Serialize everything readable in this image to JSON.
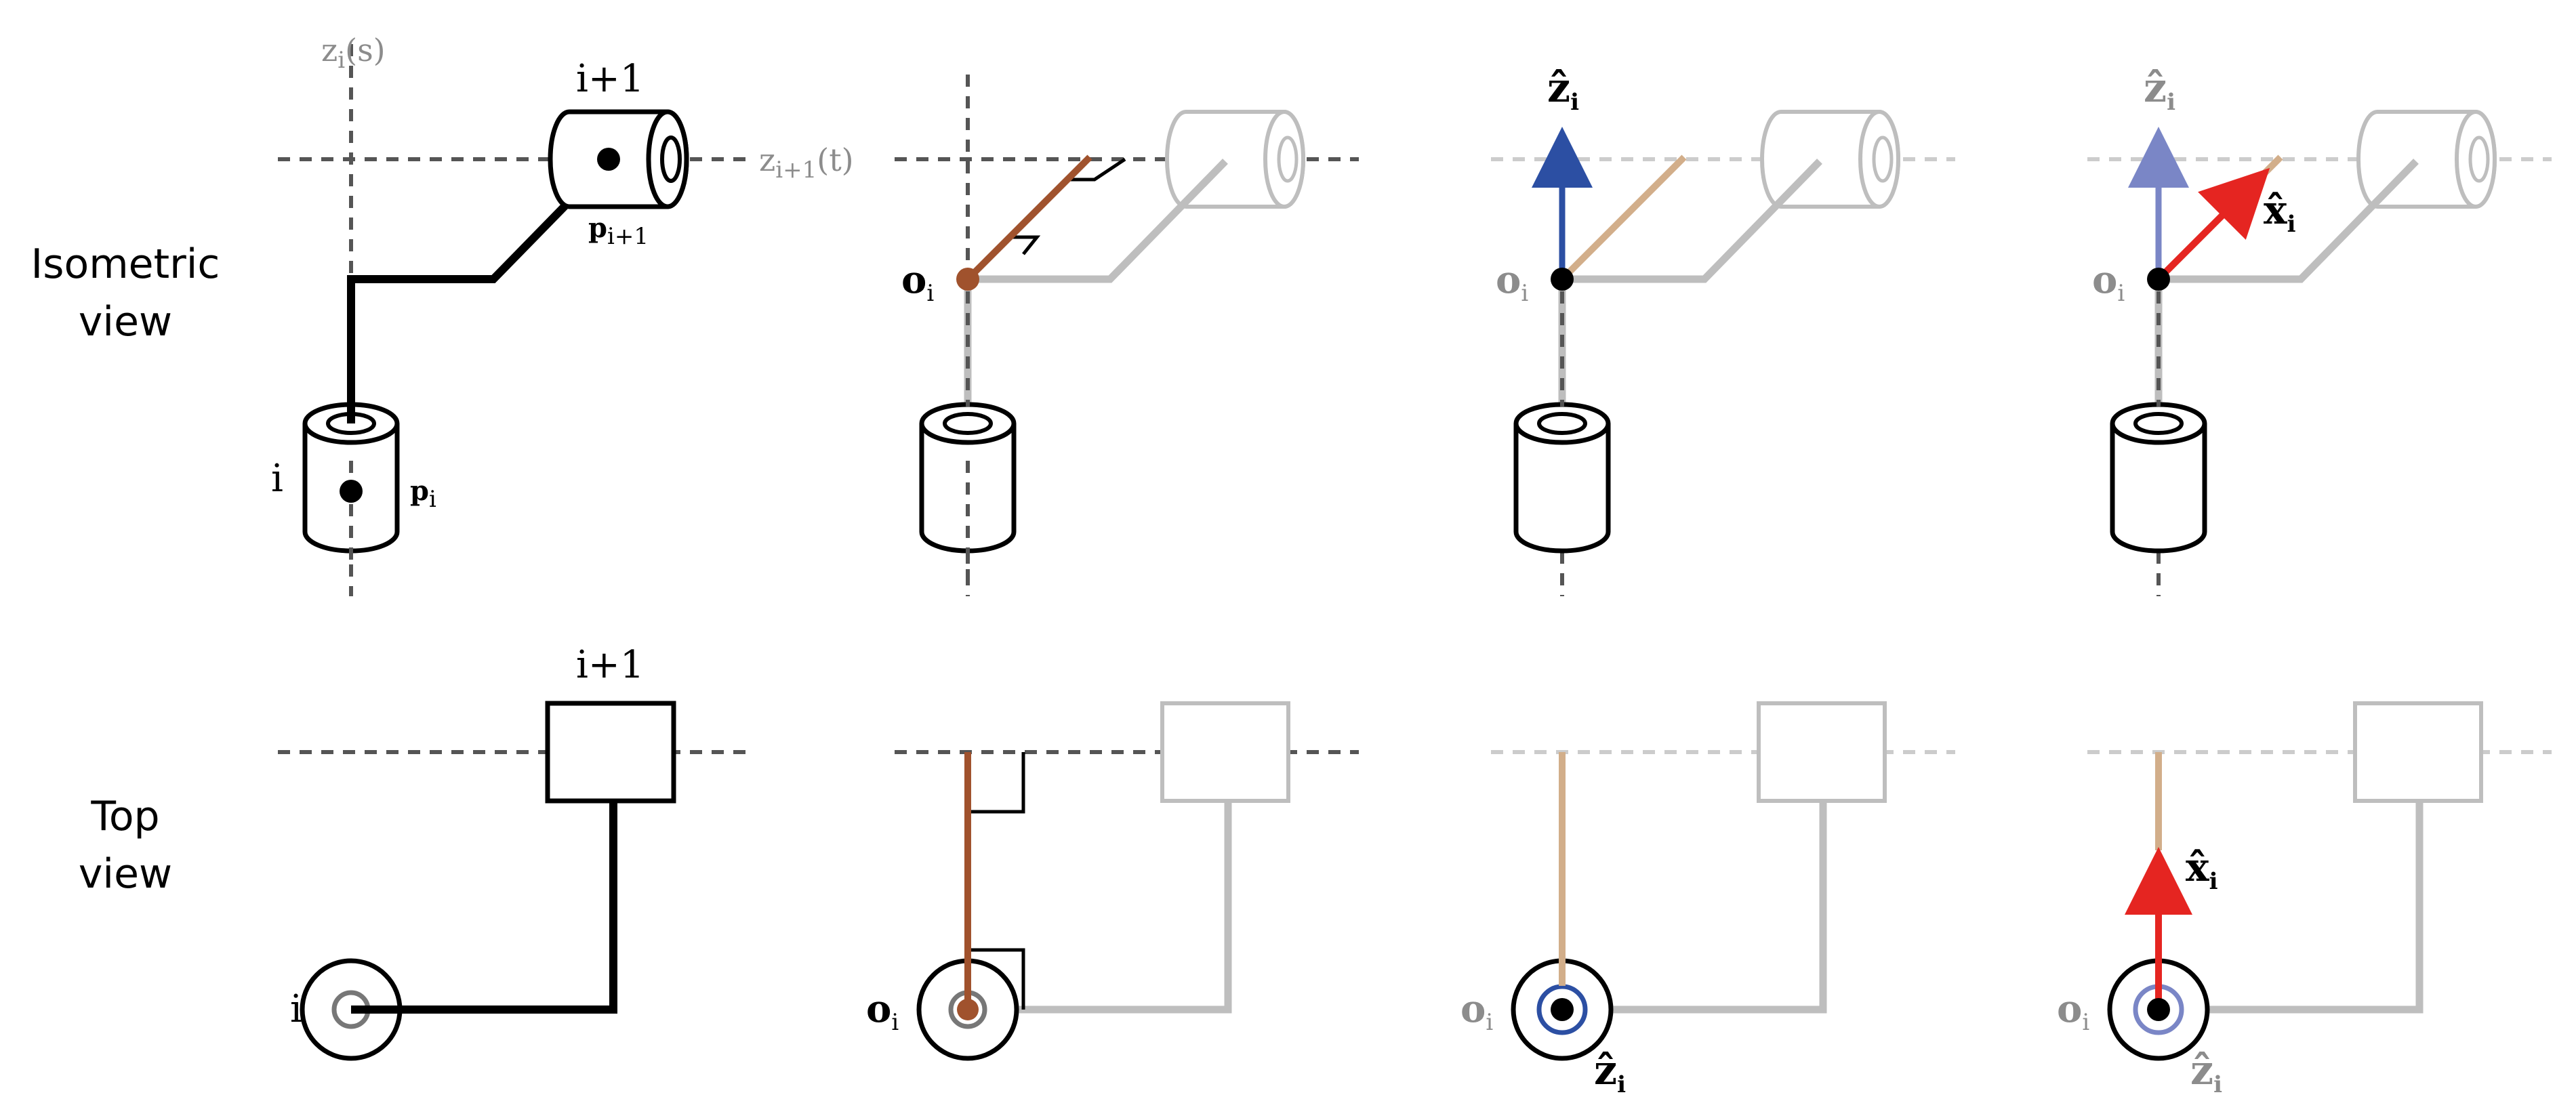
{
  "row_labels": {
    "iso_line1": "Isometric",
    "iso_line2": "view",
    "top_line1": "Top",
    "top_line2": "view"
  },
  "joint_labels": {
    "i": "i",
    "i_plus_1": "i+1",
    "p": "p",
    "p_sub_i": "i",
    "p_sub_i1": "i+1",
    "z_axis": "z",
    "z_axis_sub": "i",
    "z_axis_param": "(s)",
    "z_next": "z",
    "z_next_sub": "i+1",
    "z_next_param": "(t)"
  },
  "frame_labels": {
    "o": "o",
    "o_sub": "i",
    "z_hat": "ẑ",
    "z_hat_sub": "i",
    "x_hat": "x̂",
    "x_hat_sub": "i"
  },
  "colors": {
    "link_black": "#000000",
    "link_gray": "#bebebe",
    "joint_gray": "#bdbdbd",
    "dashed_dark": "#555555",
    "dashed_light": "#cccccc",
    "common_normal": "#a0522d",
    "common_normal_faded": "#d2ae8a",
    "z_blue": "#2c4fa3",
    "z_blue_faded": "#7a86c6",
    "x_red": "#e52521",
    "label_gray": "#8c8c8c"
  }
}
